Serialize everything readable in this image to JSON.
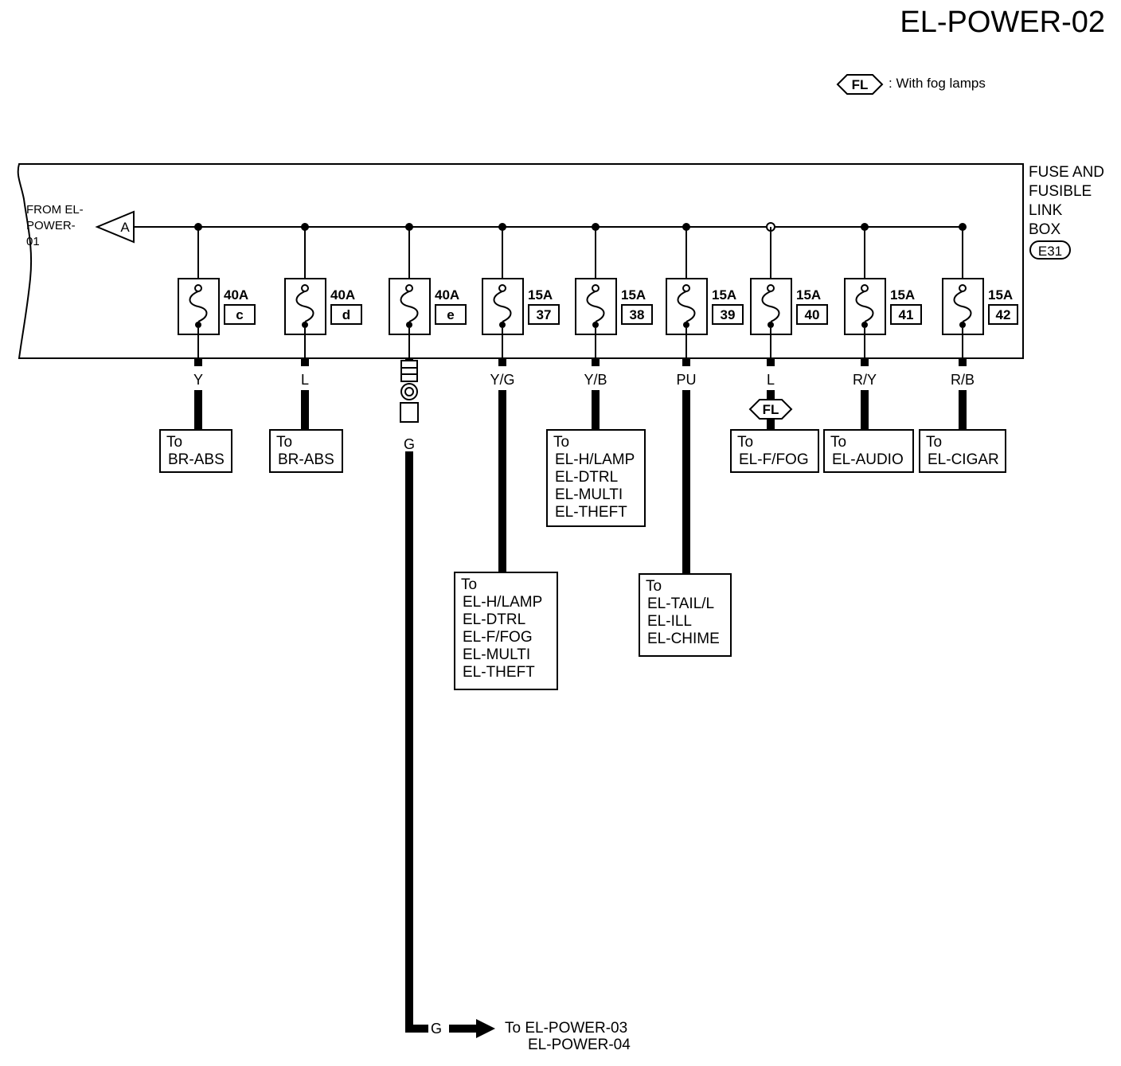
{
  "page": {
    "title": "EL-POWER-02"
  },
  "legend": {
    "symbol": "FL",
    "text": ": With fog lamps"
  },
  "fuse_box": {
    "label_lines": [
      "FUSE AND",
      "FUSIBLE",
      "LINK",
      "BOX"
    ],
    "connector": "E31"
  },
  "source": {
    "label_lines": [
      "FROM EL-",
      "POWER-",
      "01"
    ],
    "connector": "A"
  },
  "fuses": [
    {
      "rating": "40A",
      "id": "c",
      "wire": "Y",
      "dest": [
        "To",
        "BR-ABS"
      ]
    },
    {
      "rating": "40A",
      "id": "d",
      "wire": "L",
      "dest": [
        "To",
        "BR-ABS"
      ]
    },
    {
      "rating": "40A",
      "id": "e",
      "wire": "G",
      "dest": []
    },
    {
      "rating": "15A",
      "id": "37",
      "wire": "Y/G",
      "dest": [
        "To",
        "EL-H/LAMP",
        "EL-DTRL",
        "EL-F/FOG",
        "EL-MULTI",
        "EL-THEFT"
      ]
    },
    {
      "rating": "15A",
      "id": "38",
      "wire": "Y/B",
      "dest": [
        "To",
        "EL-H/LAMP",
        "EL-DTRL",
        "EL-MULTI",
        "EL-THEFT"
      ]
    },
    {
      "rating": "15A",
      "id": "39",
      "wire": "PU",
      "dest": [
        "To",
        "EL-TAIL/L",
        "EL-ILL",
        "EL-CHIME"
      ]
    },
    {
      "rating": "15A",
      "id": "40",
      "wire": "L",
      "dest": [
        "To",
        "EL-F/FOG"
      ],
      "option": "FL"
    },
    {
      "rating": "15A",
      "id": "41",
      "wire": "R/Y",
      "dest": [
        "To",
        "EL-AUDIO"
      ]
    },
    {
      "rating": "15A",
      "id": "42",
      "wire": "R/B",
      "dest": [
        "To",
        "EL-CIGAR"
      ]
    }
  ],
  "bottom_output": {
    "wire": "G",
    "dest_lines": [
      "To EL-POWER-03",
      "EL-POWER-04"
    ]
  }
}
